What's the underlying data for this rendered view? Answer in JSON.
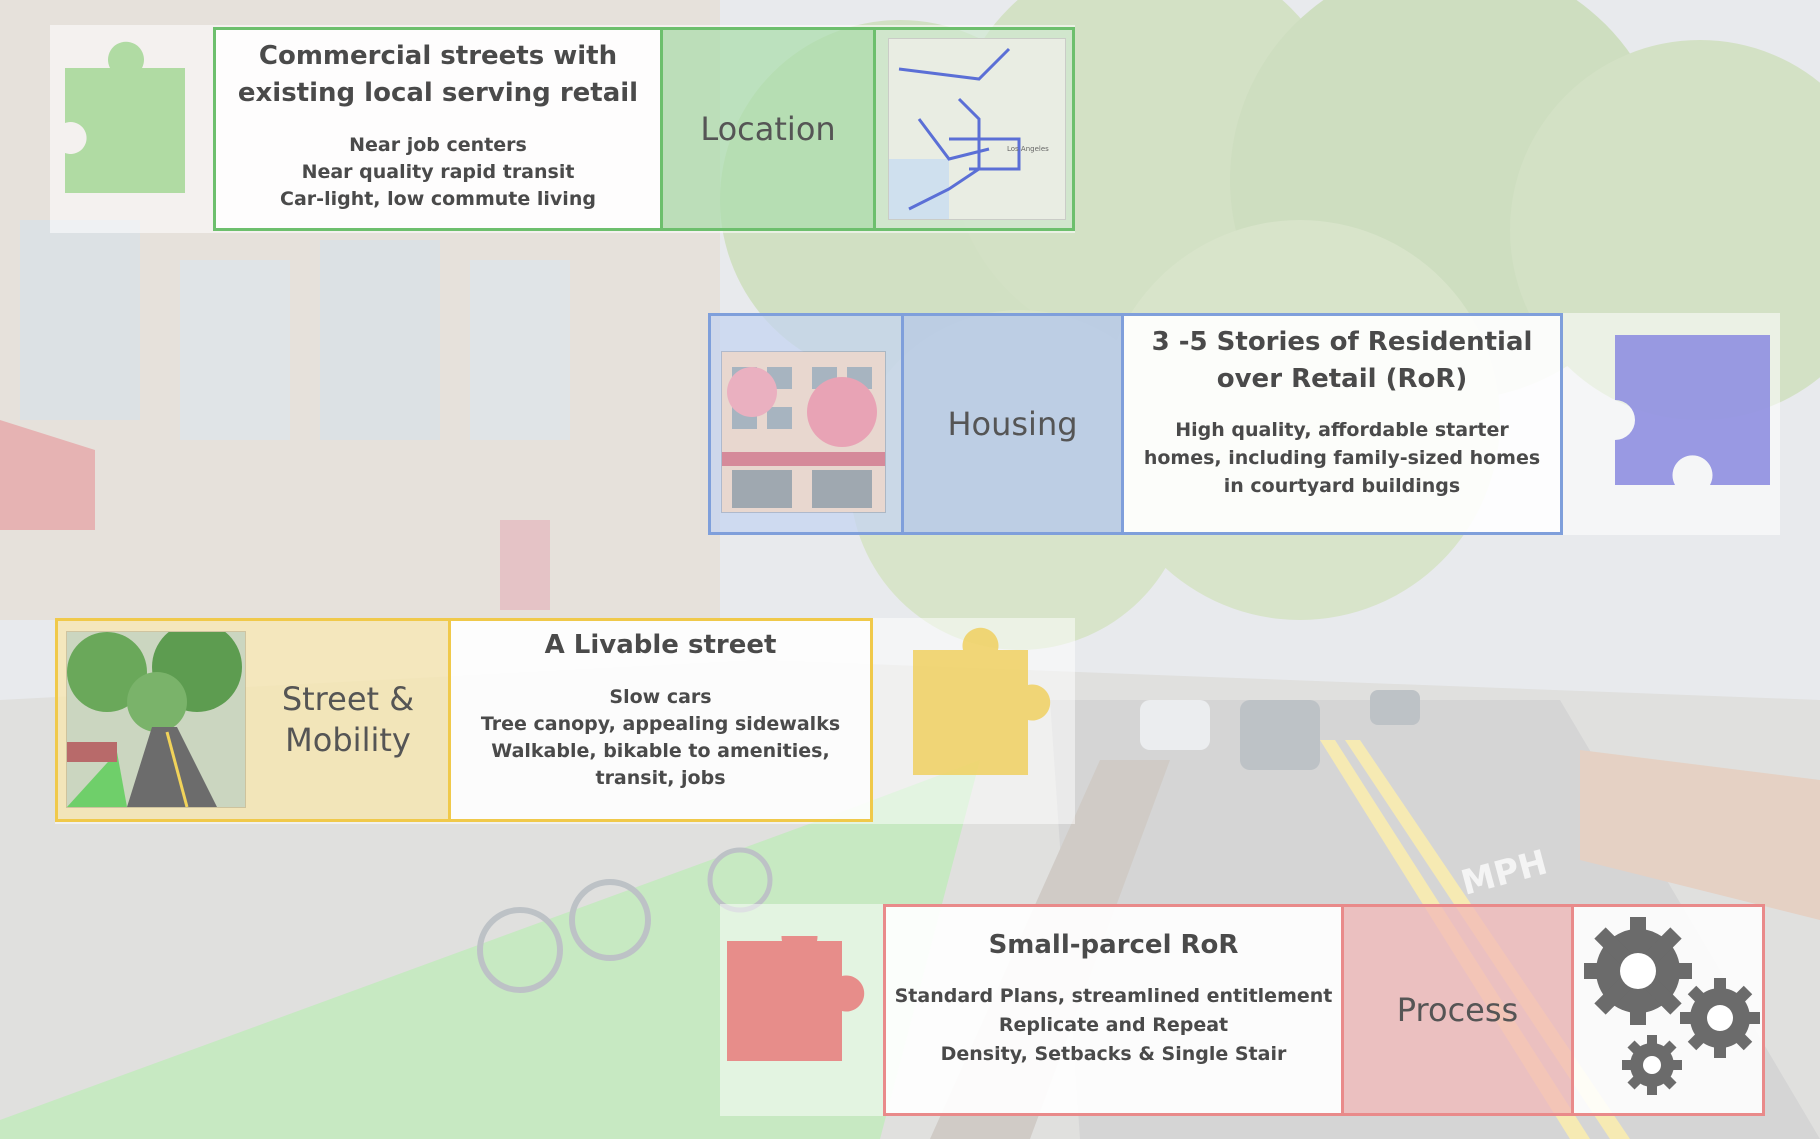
{
  "sections": {
    "location": {
      "title": "Commercial streets with existing local serving retail",
      "lines": [
        "Near job centers",
        "Near quality rapid transit",
        "Car-light, low commute living"
      ],
      "label": "Location",
      "color": "#6dbf6d",
      "map_text": "Los Angeles"
    },
    "housing": {
      "title": "3 -5 Stories of Residential over Retail (RoR)",
      "lines": [
        "High quality, affordable starter homes, including family-sized homes in courtyard buildings"
      ],
      "label": "Housing",
      "color": "#7f9fdb"
    },
    "street": {
      "title": "A Livable street",
      "lines": [
        "Slow cars",
        "Tree canopy, appealing sidewalks",
        "Walkable, bikable to amenities, transit, jobs"
      ],
      "label": "Street & Mobility",
      "color": "#f0c94a"
    },
    "process": {
      "title": "Small-parcel RoR",
      "lines": [
        "Standard Plans, streamlined entitlement",
        "Replicate and Repeat",
        "Density, Setbacks & Single Stair"
      ],
      "label": "Process",
      "color": "#e98a8a"
    }
  },
  "background": {
    "road_marking": "MPH"
  },
  "icons": {
    "location_piece": "green-puzzle-piece-icon",
    "housing_piece": "blue-puzzle-piece-icon",
    "street_piece": "yellow-puzzle-piece-icon",
    "process_piece": "red-puzzle-piece-icon",
    "gears": "gears-icon"
  }
}
